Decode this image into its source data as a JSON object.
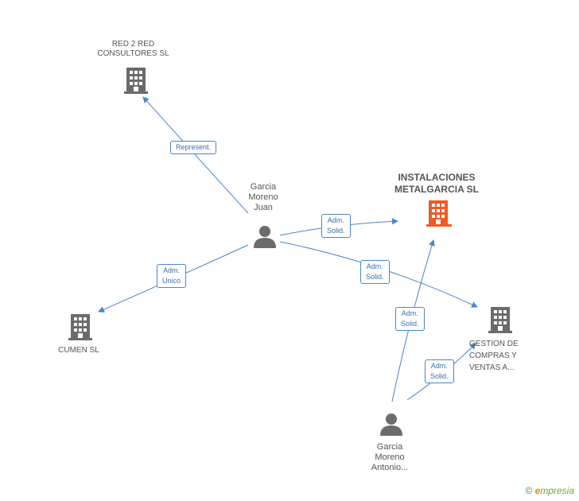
{
  "nodes": {
    "red2red": {
      "line1": "RED 2 RED",
      "line2": "CONSULTORES SL"
    },
    "instalaciones": {
      "line1": "INSTALACIONES",
      "line2": "METALGARCIA SL"
    },
    "juan": {
      "line1": "Garcia",
      "line2": "Moreno",
      "line3": "Juan"
    },
    "cumen": {
      "line1": "CUMEN  SL"
    },
    "gestion": {
      "line1": "GESTION DE",
      "line2": "COMPRAS Y",
      "line3": "VENTAS A..."
    },
    "antonio": {
      "line1": "Garcia",
      "line2": "Moreno",
      "line3": "Antonio..."
    }
  },
  "edges": {
    "represent": {
      "line1": "Represent."
    },
    "adm_solid_1": {
      "line1": "Adm.",
      "line2": "Solid."
    },
    "adm_unico": {
      "line1": "Adm.",
      "line2": "Unico"
    },
    "adm_solid_2": {
      "line1": "Adm.",
      "line2": "Solid."
    },
    "adm_solid_3": {
      "line1": "Adm.",
      "line2": "Solid."
    },
    "adm_solid_4": {
      "line1": "Adm.",
      "line2": "Solid."
    }
  },
  "footer": {
    "copyright": "©",
    "brand_e": "e",
    "brand_rest": "mpresia"
  },
  "colors": {
    "edge": "#4a86c8",
    "company": "#6b6b6b",
    "focus_company": "#f05a28",
    "person": "#6b6b6b"
  }
}
